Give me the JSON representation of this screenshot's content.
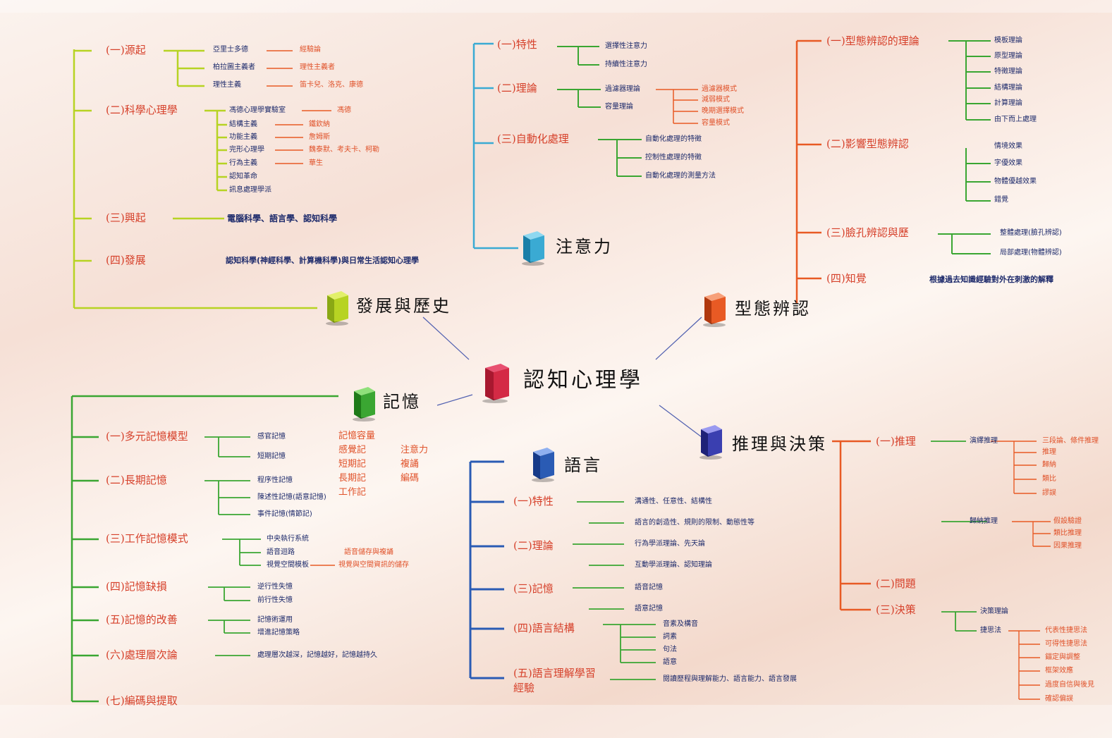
{
  "center": {
    "label": "認知心理學"
  },
  "topics": {
    "history": {
      "label": "發展與歷史"
    },
    "attention": {
      "label": "注意力"
    },
    "pattern": {
      "label": "型態辨認"
    },
    "memory": {
      "label": "記憶"
    },
    "language": {
      "label": "語言"
    },
    "reasoning": {
      "label": "推理與決策"
    }
  },
  "history_branches": {
    "b1": {
      "label": "(一)源起",
      "leaves": [
        "亞里士多德",
        "柏拉圖主義者",
        "理性主義"
      ],
      "notes": [
        "經驗論",
        "理性主義者",
        "笛卡兒、洛克、康德"
      ]
    },
    "b2": {
      "label": "(二)科學心理學",
      "leaves": [
        "馮德心理學實驗室",
        "結構主義",
        "功能主義",
        "完形心理學",
        "行為主義",
        "認知革命",
        "訊息處理學派"
      ],
      "notes": [
        "馮德",
        "鐵欽納",
        "詹姆斯",
        "魏泰默、考夫卡、柯勒",
        "華生"
      ]
    },
    "b3": {
      "label": "(三)興起",
      "text": "電腦科學、語言學、認知科學"
    },
    "b4": {
      "label": "(四)發展",
      "text": "認知科學(神經科學、計算機科學)與日常生活認知心理學"
    }
  },
  "attention_branches": {
    "b1": {
      "label": "(一)特性",
      "leaves": [
        "選擇性注意力",
        "持續性注意力"
      ]
    },
    "b2": {
      "label": "(二)理論",
      "leaves": [
        "過濾器理論",
        "容量理論"
      ],
      "notes": [
        "過濾器模式",
        "減弱模式",
        "晚期選擇模式",
        "容量模式"
      ]
    },
    "b3": {
      "label": "(三)自動化處理",
      "leaves": [
        "自動化處理的特徵",
        "控制性處理的特徵",
        "自動化處理的測量方法"
      ]
    }
  },
  "pattern_branches": {
    "b1": {
      "label": "(一)型態辨認的理論",
      "leaves": [
        "模板理論",
        "原型理論",
        "特徵理論",
        "結構理論",
        "計算理論",
        "由下而上處理"
      ]
    },
    "b2": {
      "label": "(二)影響型態辨認",
      "leaves": [
        "情境效果",
        "字優效果",
        "物體優越效果",
        "錯覺"
      ]
    },
    "b3": {
      "label": "(三)臉孔辨認與歷",
      "leaves": [
        "整體處理(臉孔辨認)",
        "局部處理(物體辨認)"
      ]
    },
    "b4": {
      "label": "(四)知覺",
      "text": "根據過去知識經驗對外在刺激的解釋"
    }
  },
  "memory_branches": {
    "b1": {
      "label": "(一)多元記憶模型",
      "leaves": [
        "感官記憶",
        "短期記憶"
      ],
      "notes": [
        "記憶容量",
        "感覺記",
        "短期記",
        "長期記",
        "工作記"
      ],
      "notes2": [
        "注意力",
        "複誦",
        "編碼"
      ]
    },
    "b2": {
      "label": "(二)長期記憶",
      "leaves": [
        "程序性記憶",
        "陳述性記憶(語意記憶)",
        "事件記憶(情節記)"
      ]
    },
    "b3": {
      "label": "(三)工作記憶模式",
      "leaves": [
        "中央執行系統",
        "語音迴路",
        "視覺空間模板"
      ],
      "notes": [
        "語音儲存與複誦",
        "視覺與空間資訊的儲存"
      ]
    },
    "b4": {
      "label": "(四)記憶缺損",
      "leaves": [
        "逆行性失憶",
        "前行性失憶"
      ]
    },
    "b5": {
      "label": "(五)記憶的改善",
      "leaves": [
        "記憶術運用",
        "增進記憶策略"
      ]
    },
    "b6": {
      "label": "(六)處理層次論",
      "text": "處理層次越深，記憶越好，記憶越持久"
    },
    "b7": {
      "label": "(七)編碼與提取"
    }
  },
  "language_branches": {
    "b1": {
      "label": "(一)特性",
      "leaves": [
        "溝通性、任意性、結構性",
        "語言的創造性、規則的限制、動態性等"
      ]
    },
    "b2": {
      "label": "(二)理論",
      "leaves": [
        "行為學派理論、先天論",
        "互動學派理論、認知理論"
      ]
    },
    "b3": {
      "label": "(三)記憶",
      "leaves": [
        "語音記憶",
        "語意記憶"
      ]
    },
    "b4": {
      "label": "(四)語言結構",
      "leaves": [
        "音素及構音",
        "詞素",
        "句法",
        "語意"
      ]
    },
    "b5": {
      "label": "(五)語言理解學習經驗",
      "text": "閱讀歷程與理解能力、語言能力、語言發展"
    }
  },
  "reasoning_branches": {
    "b1": {
      "label": "(一)推理",
      "leaves": [
        "演繹推理"
      ],
      "notes": [
        "三段論、條件推理",
        "推理",
        "歸納",
        "類比",
        "謬誤"
      ],
      "leaves2": [
        "歸納推理"
      ],
      "notes2": [
        "假設驗證",
        "類比推理",
        "因果推理"
      ]
    },
    "b2": {
      "label": "(二)問題"
    },
    "b3": {
      "label": "(三)決策",
      "leaves": [
        "決策理論",
        "捷思法"
      ],
      "notes": [
        "代表性捷思法",
        "可得性捷思法",
        "錨定與調整",
        "框架效應",
        "過度自信與後見",
        "確認偏誤"
      ]
    }
  },
  "colors": {
    "history": "#b7d323",
    "attention": "#3aaad3",
    "pattern": "#e85a24",
    "memory": "#3aa632",
    "language": "#2a5bb4",
    "reasoning": "#e85a24",
    "center": "#c8213a"
  }
}
